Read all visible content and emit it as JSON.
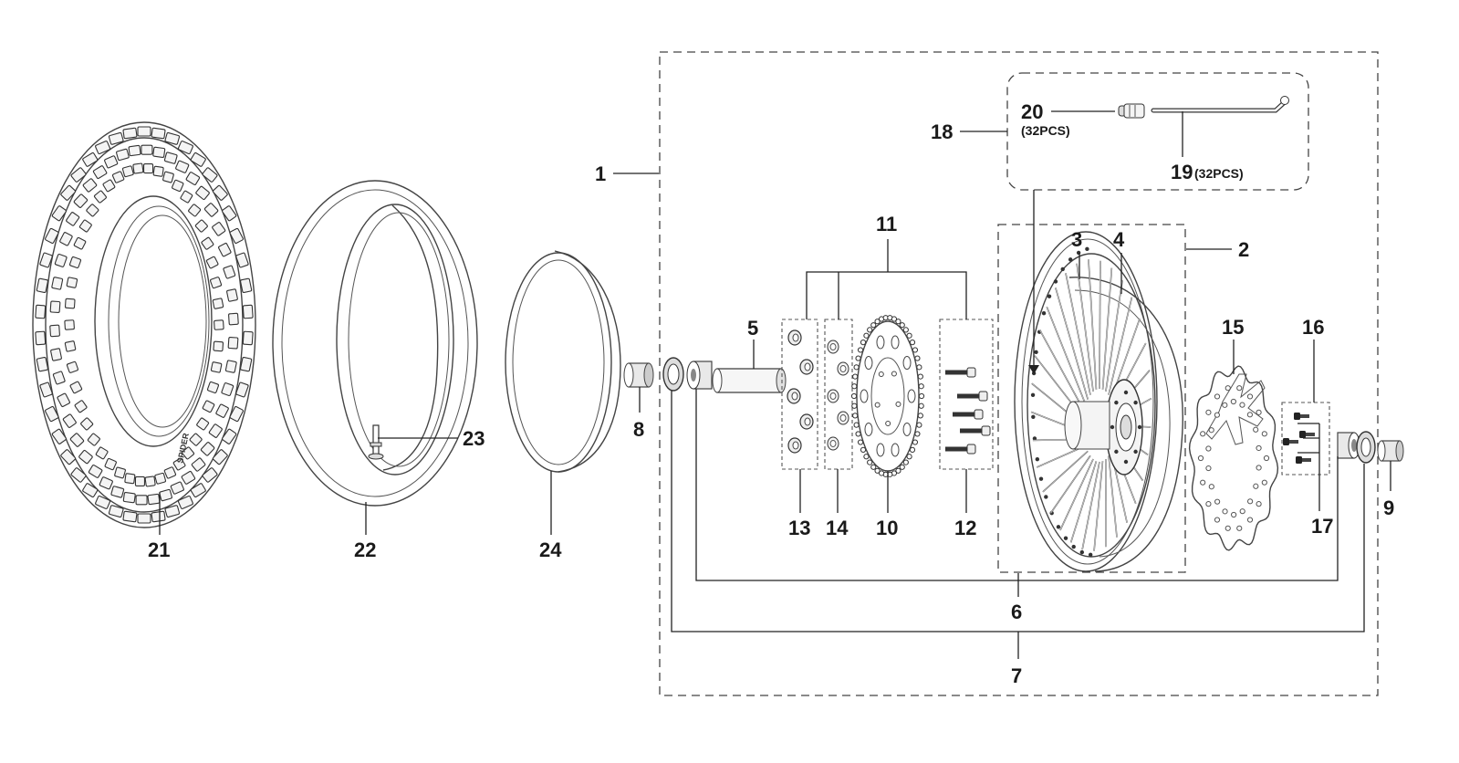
{
  "labels": {
    "p1": "1",
    "p2": "2",
    "p3": "3",
    "p4": "4",
    "p5": "5",
    "p6": "6",
    "p7": "7",
    "p8": "8",
    "p9": "9",
    "p10": "10",
    "p11": "11",
    "p12": "12",
    "p13": "13",
    "p14": "14",
    "p15": "15",
    "p16": "16",
    "p17": "17",
    "p18": "18",
    "p19": "19",
    "p20": "20",
    "p21": "21",
    "p22": "22",
    "p23": "23",
    "p24": "24"
  },
  "quantities": {
    "p19": "(32PCS)",
    "p20": "(32PCS)"
  },
  "tire_sidewall_text": "SPIDER"
}
